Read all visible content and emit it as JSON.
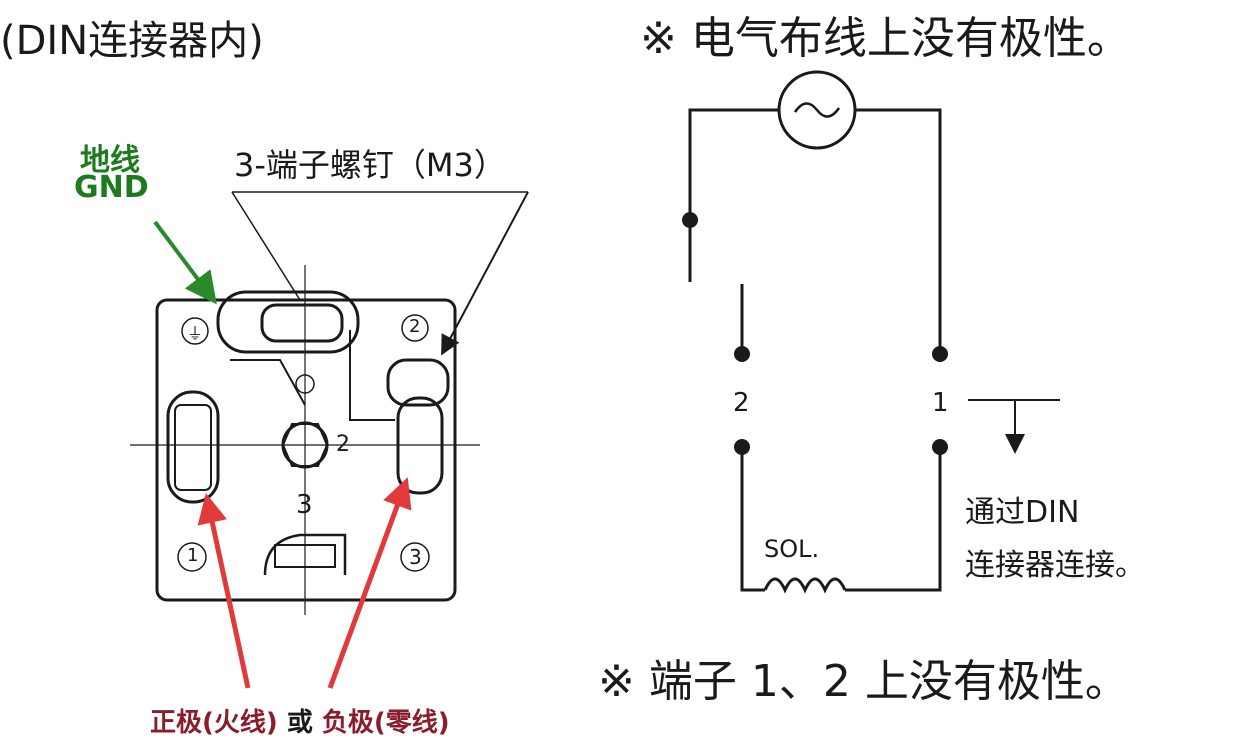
{
  "title_left": "(DIN连接器内)",
  "title_right": "※ 电气布线上没有极性。",
  "gnd_label_cn": "地线",
  "gnd_label_en": "GND",
  "screw_label": "3-端子螺钉（M3）",
  "connector_marks": {
    "ground": "⏚",
    "t1": "1",
    "t2": "2",
    "t3": "3",
    "center2": "2",
    "center3": "3"
  },
  "circuit": {
    "terminal_2": "2",
    "terminal_1": "1",
    "sol": "SOL.",
    "din_note_1": "通过DIN",
    "din_note_2": "连接器连接。"
  },
  "footer_note": "※ 端子 1、2 上没有极性。",
  "polarity": {
    "positive": "正极(火线)",
    "or": "或",
    "negative": "负极(零线)"
  },
  "colors": {
    "green": "#1e7a1e",
    "red": "#e03a3a",
    "dark_red": "#8a1c2c"
  }
}
